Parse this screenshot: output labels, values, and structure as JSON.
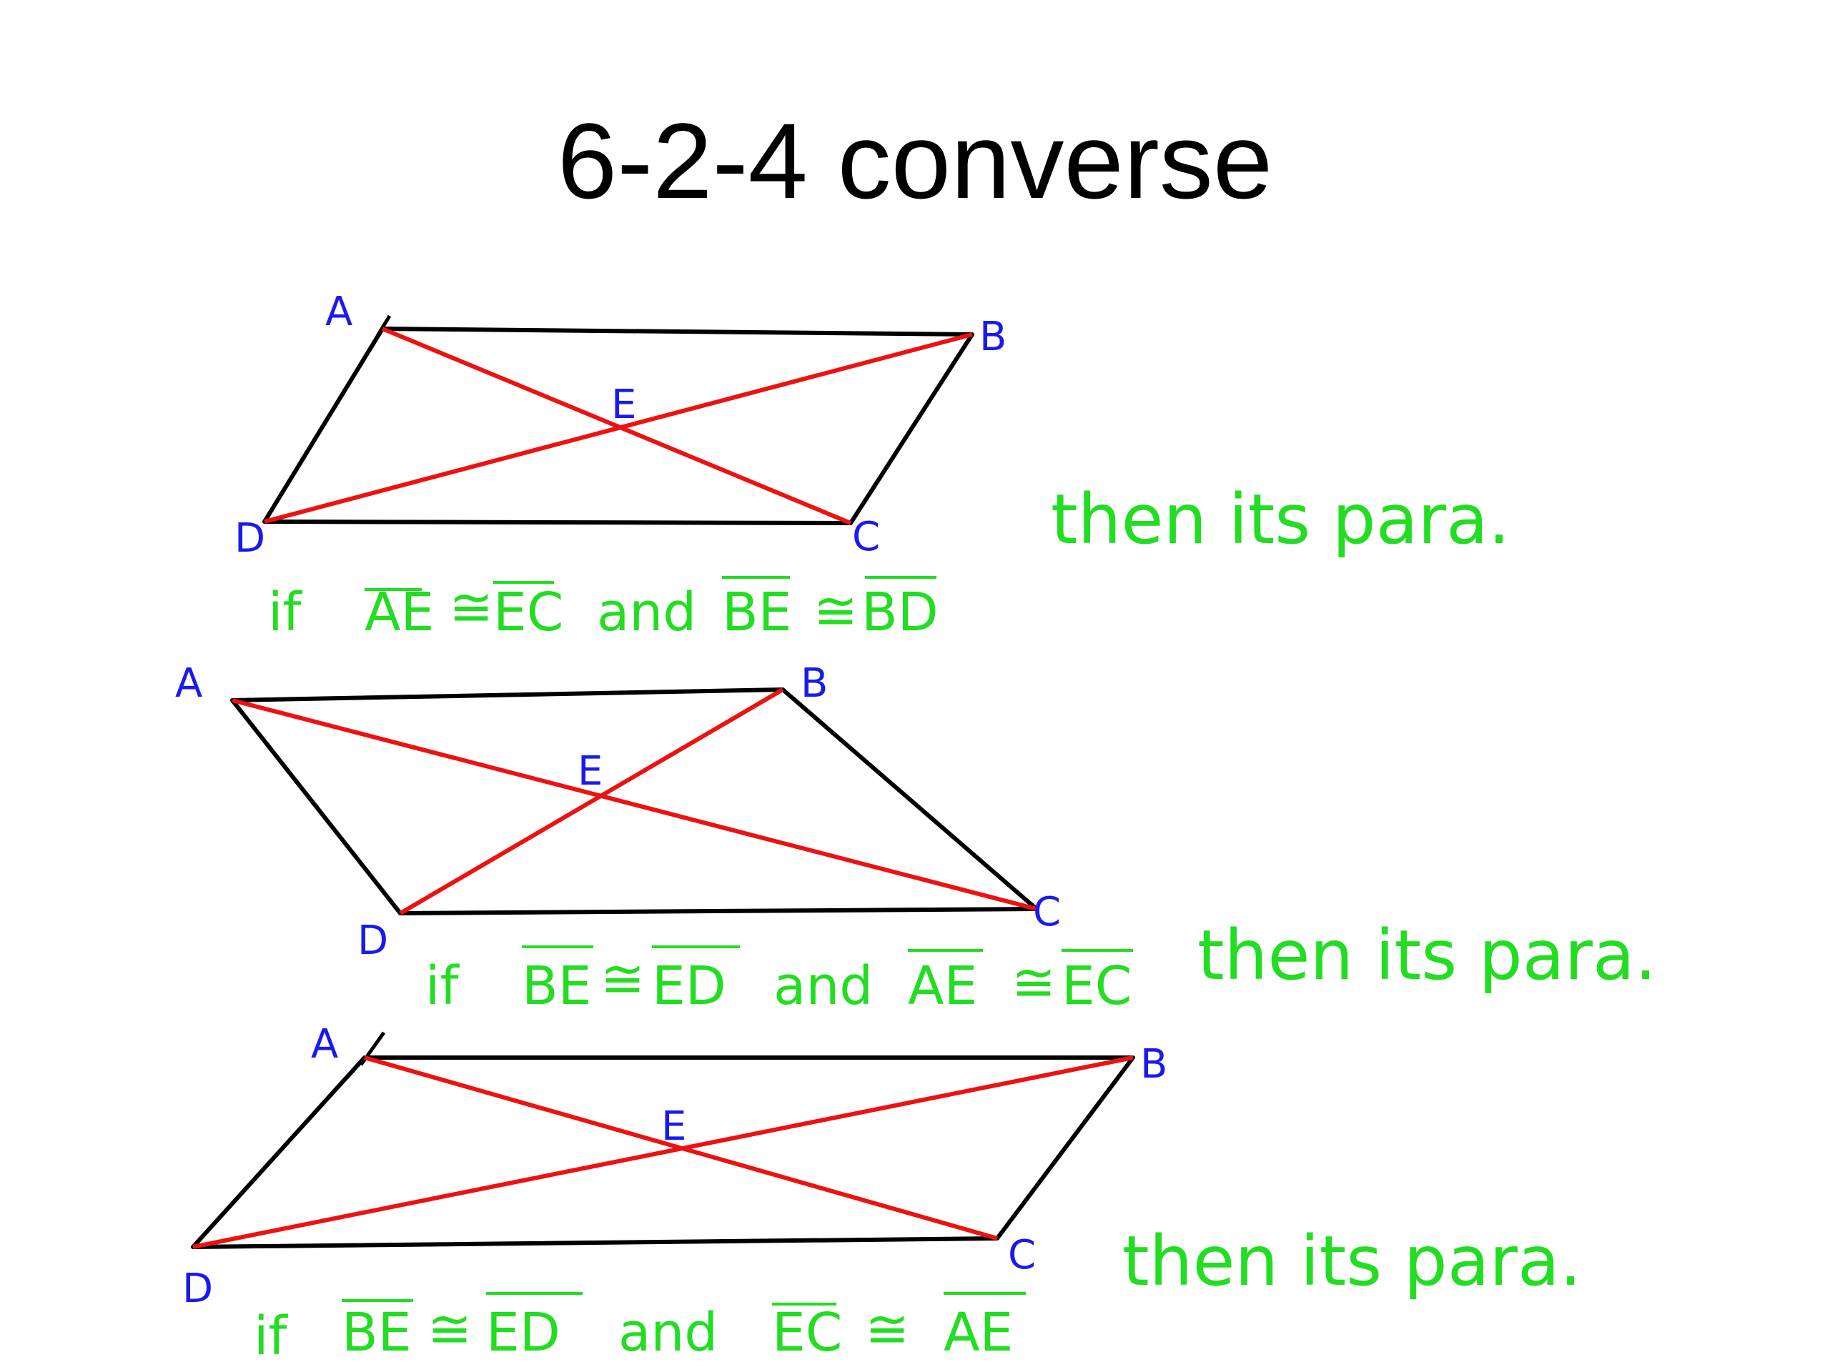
{
  "title": "6-2-4 converse",
  "colors": {
    "side": "#000000",
    "diagonal": "#ee1111",
    "vertex_label": "#1a1aee",
    "handwriting": "#22dd22"
  },
  "figures": [
    {
      "vertices": {
        "A": "A",
        "B": "B",
        "C": "C",
        "D": "D",
        "E": "E"
      },
      "condition": {
        "if": "if",
        "s1": "AE",
        "rel1": "≅",
        "s2": "EC",
        "and": "and",
        "s3": "BE",
        "rel2": "≅",
        "s4": "BD"
      },
      "conclusion": "then its para."
    },
    {
      "vertices": {
        "A": "A",
        "B": "B",
        "C": "C",
        "D": "D",
        "E": "E"
      },
      "condition": {
        "if": "if",
        "s1": "BE",
        "rel1": "≅",
        "s2": "ED",
        "and": "and",
        "s3": "AE",
        "rel2": "≅",
        "s4": "EC"
      },
      "conclusion": "then its para."
    },
    {
      "vertices": {
        "A": "A",
        "B": "B",
        "C": "C",
        "D": "D",
        "E": "E"
      },
      "condition": {
        "if": "if",
        "s1": "BE",
        "rel1": "≅",
        "s2": "ED",
        "and": "and",
        "s3": "EC",
        "rel2": "≅",
        "s4": "AE"
      },
      "conclusion": "then its para."
    }
  ]
}
